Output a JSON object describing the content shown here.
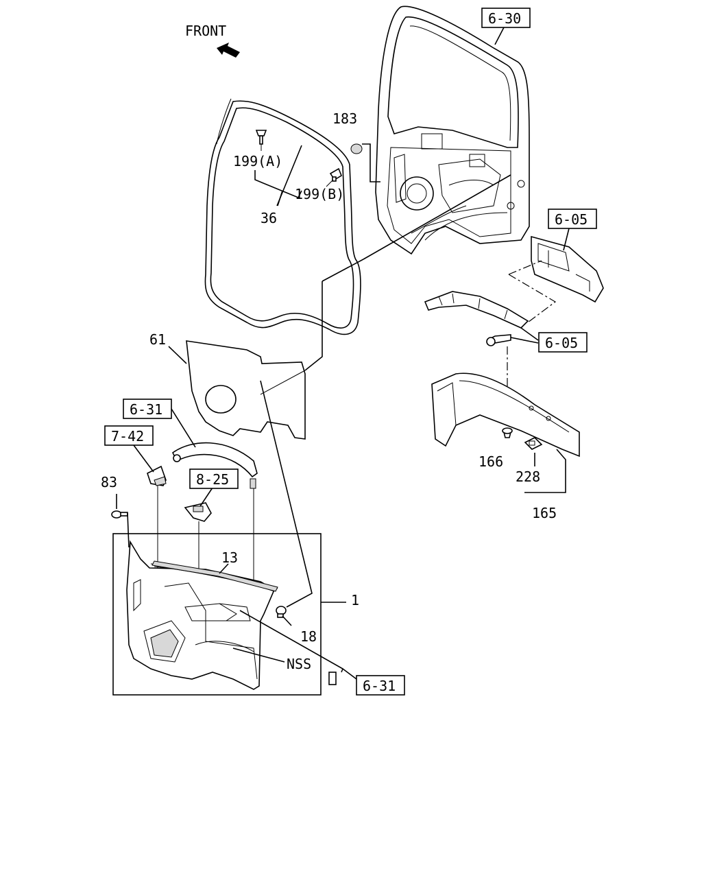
{
  "front_label": "FRONT",
  "callouts": {
    "door_frame": "6-30",
    "trim_upper": "6-05",
    "trim_bolt": "6-05",
    "grip_upper": "6-31",
    "switch_cover": "7-42",
    "power_window_switch": "8-25",
    "grip_lower": "6-31"
  },
  "part_numbers": {
    "p183": "183",
    "p199a": "199(A)",
    "p199b": "199(B)",
    "p36": "36",
    "p61": "61",
    "p83": "83",
    "p13": "13",
    "p1": "1",
    "p18": "18",
    "nss": "NSS",
    "p166": "166",
    "p228": "228",
    "p165": "165"
  },
  "icons": [
    "front-arrow-icon"
  ]
}
